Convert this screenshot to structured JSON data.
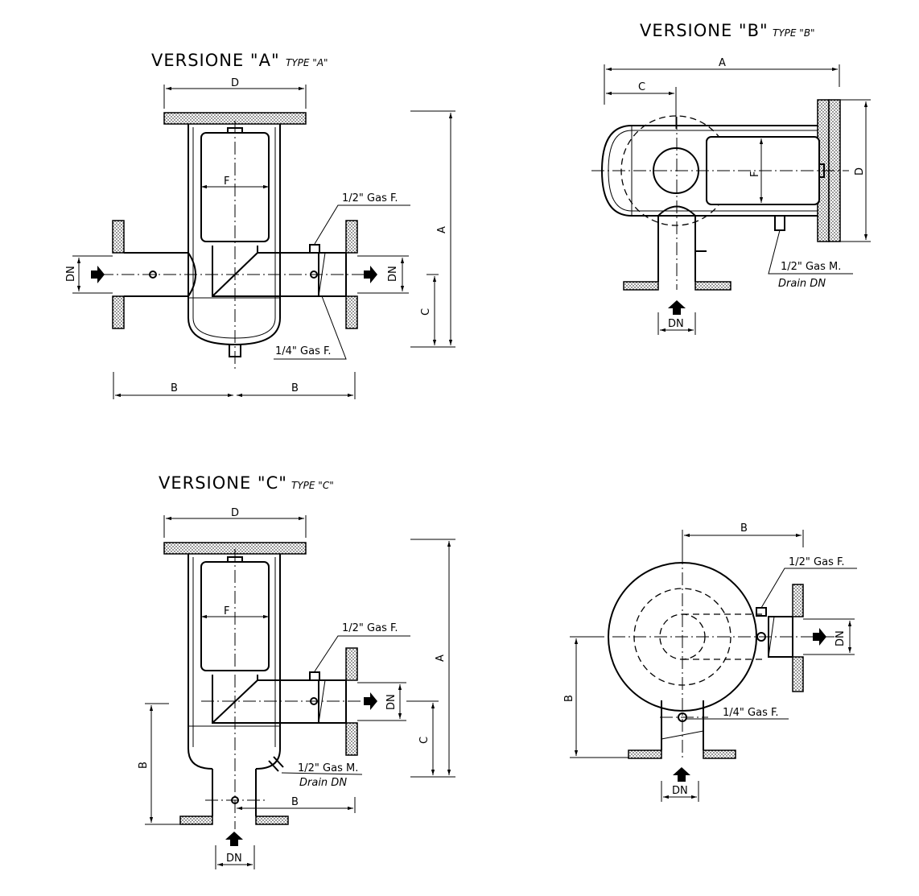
{
  "views": {
    "a": {
      "title": "VERSIONE \"A\"",
      "subtitle": "TYPE \"A\""
    },
    "b": {
      "title": "VERSIONE \"B\"",
      "subtitle": "TYPE \"B\""
    },
    "c": {
      "title": "VERSIONE \"C\"",
      "subtitle": "TYPE \"C\""
    }
  },
  "dims": {
    "a": "A",
    "b": "B",
    "c": "C",
    "d": "D",
    "f": "F",
    "dn": "DN"
  },
  "notes": {
    "half_gas_f": "1/2\" Gas F.",
    "quarter_gas_f": "1/4\" Gas F.",
    "half_gas_m": "1/2\" Gas M.",
    "drain": "Drain DN"
  }
}
